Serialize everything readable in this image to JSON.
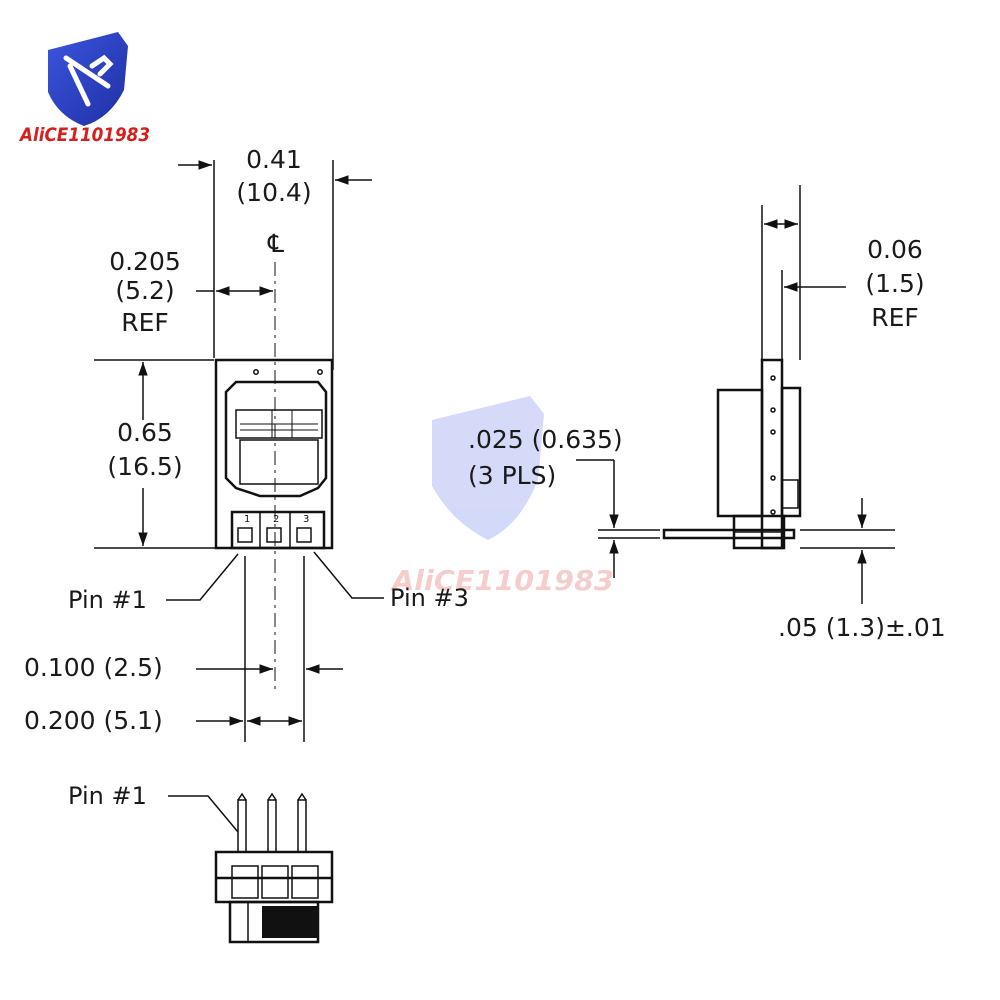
{
  "brand": {
    "name": "AliCE1101983",
    "logo_colors": {
      "shield": "#2b3fc4",
      "text_accent": "#2b3fc4",
      "text_red": "#d6201d"
    }
  },
  "watermark": {
    "name": "AliCE1101983"
  },
  "dimensions": {
    "width_in": "0.41",
    "width_mm": "(10.4)",
    "centerline": "℄",
    "half_width_in": "0.205",
    "half_width_mm": "(5.2)",
    "half_width_ref": "REF",
    "height_in": "0.65",
    "height_mm": "(16.5)",
    "pin_thickness": ".025 (0.635)",
    "pin_count": "(3 PLS)",
    "side_offset_in": "0.06",
    "side_offset_mm": "(1.5)",
    "side_offset_ref": "REF",
    "pin_height": ".05 (1.3)±.01",
    "pitch_single": "0.100 (2.5)",
    "pitch_double": "0.200 (5.1)"
  },
  "labels": {
    "pin1_front": "Pin #1",
    "pin3_front": "Pin #3",
    "pin1_bottom": "Pin #1",
    "pin_numbers": [
      "1",
      "2",
      "3"
    ]
  }
}
